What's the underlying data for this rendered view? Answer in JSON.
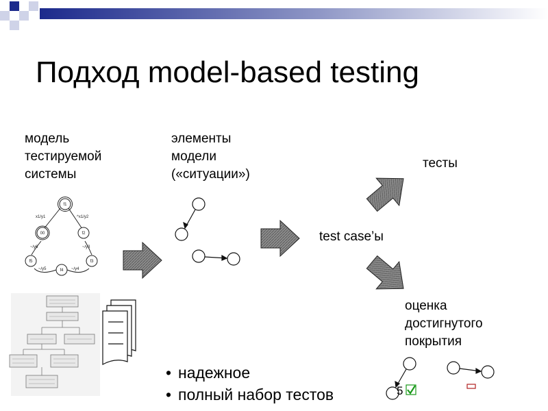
{
  "slide": {
    "title": "Подход model-based testing",
    "model_label": [
      "модель",
      "тестируемой",
      "системы"
    ],
    "elements_label": [
      "элементы",
      "модели",
      "(«ситуации»)"
    ],
    "tests_label": "тесты",
    "testcase_label": "test case’ы",
    "coverage_label": [
      "оценка",
      "достигнутого",
      "покрытия"
    ],
    "bullets": [
      "надежное",
      "полный набор тестов"
    ],
    "coverage_value": "5"
  },
  "fsm": {
    "states": [
      "f1",
      "00",
      "f2",
      "f5",
      "f4",
      "f3"
    ],
    "transitions": [
      "x1/y1",
      "^x1/y2",
      "~/y6",
      "~/y3",
      "~/y5",
      "~/y4"
    ]
  },
  "colors": {
    "banner_dark": "#1c2a8c",
    "arrow_fill": "#7a7a7a",
    "check_green": "#1a9a1a",
    "small_red": "#b02020"
  }
}
